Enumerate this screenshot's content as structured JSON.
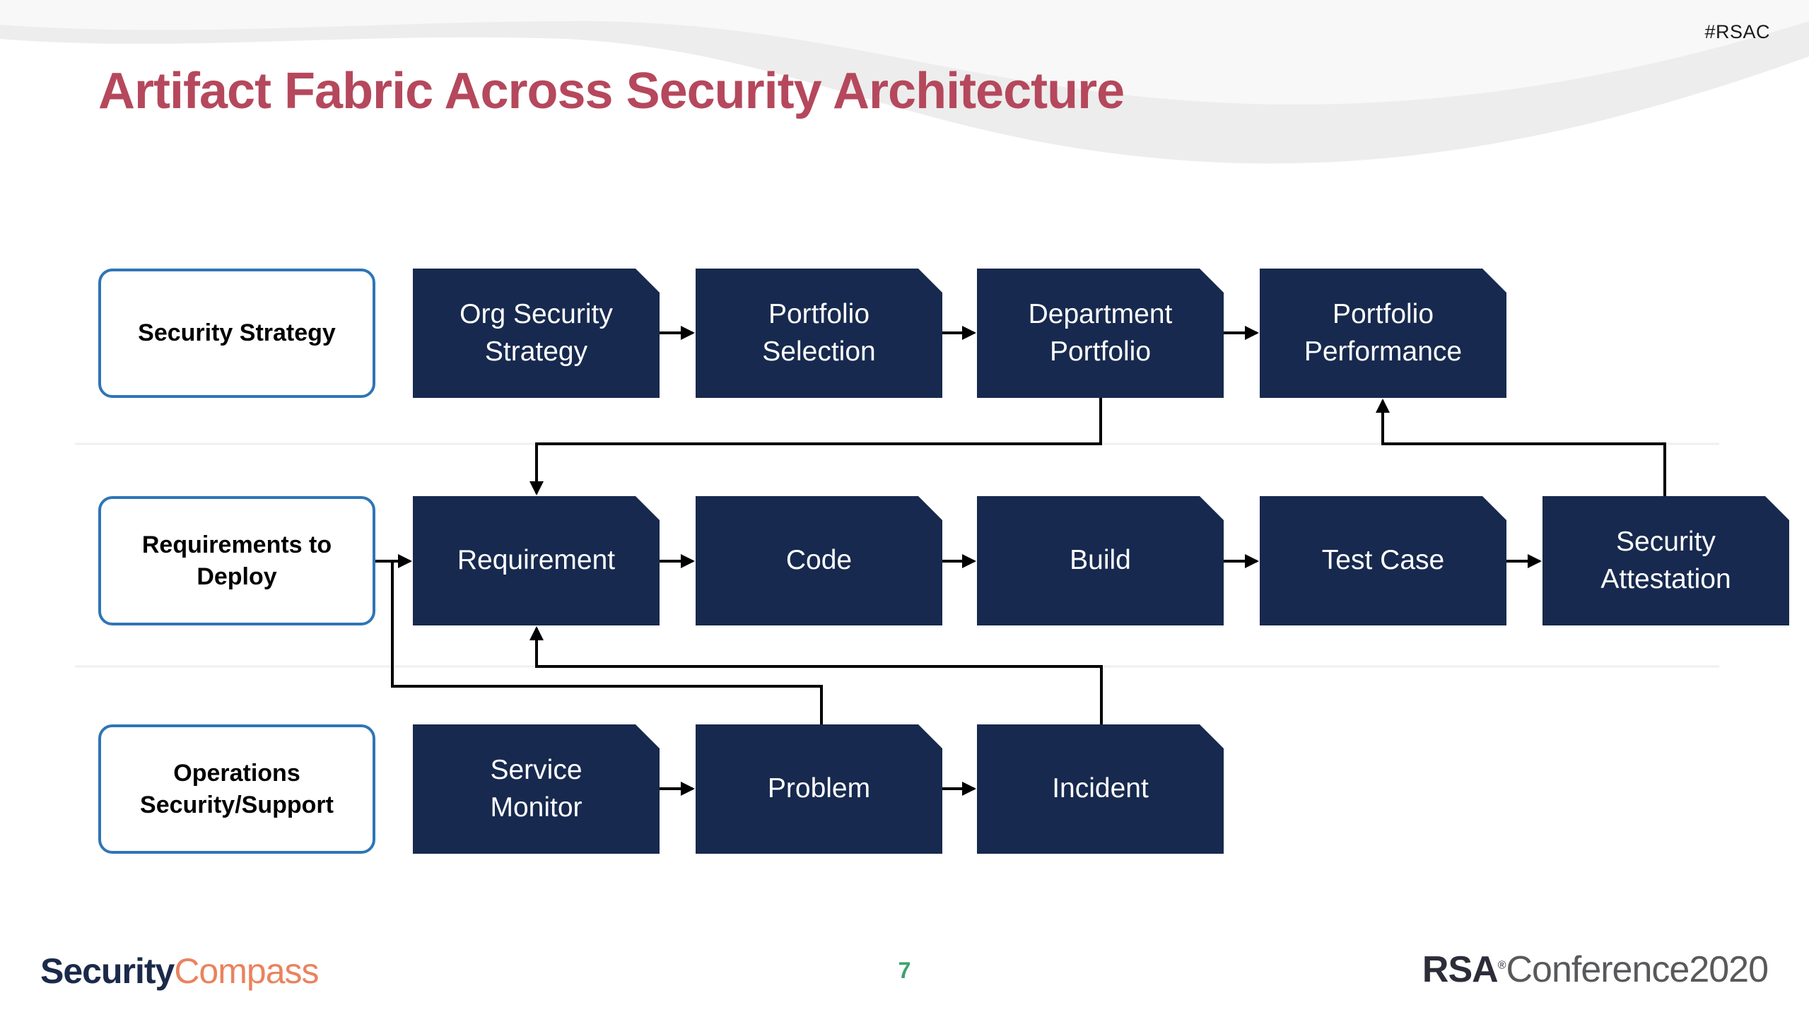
{
  "slide": {
    "hashtag": "#RSAC",
    "title": "Artifact Fabric Across Security Architecture",
    "page_number": "7"
  },
  "diagram": {
    "rows": [
      {
        "label": "Security Strategy",
        "boxes": [
          "Org Security Strategy",
          "Portfolio Selection",
          "Department Portfolio",
          "Portfolio Performance"
        ]
      },
      {
        "label": "Requirements to Deploy",
        "boxes": [
          "Requirement",
          "Code",
          "Build",
          "Test Case",
          "Security Attestation"
        ]
      },
      {
        "label": "Operations Security/Support",
        "boxes": [
          "Service Monitor",
          "Problem",
          "Incident"
        ]
      }
    ]
  },
  "footer": {
    "logo_security": "Security",
    "logo_compass": "Compass",
    "rsa": "RSA",
    "registered": "®",
    "conference": "Conference2020"
  },
  "colors": {
    "title_rose": "#b5485c",
    "box_navy": "#17294e",
    "label_border_blue": "#2e75b6",
    "arrow_black": "#000000",
    "page_number_green": "#3fa26c",
    "logo_navy": "#1b2a4a",
    "logo_orange": "#e9835e"
  }
}
